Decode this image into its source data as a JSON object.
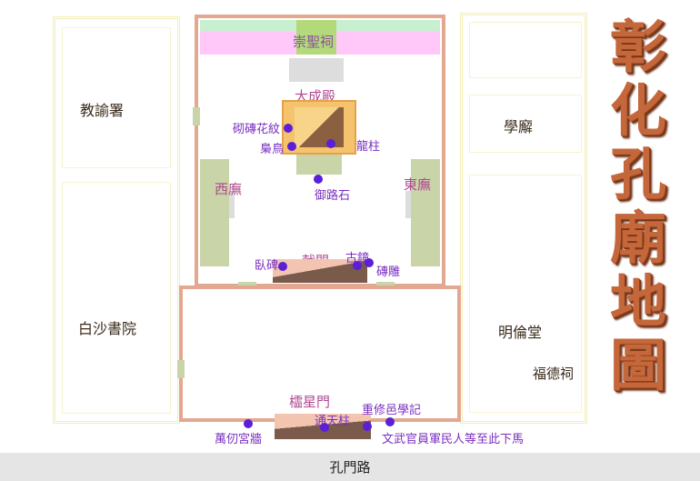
{
  "title": {
    "chars": [
      "彰",
      "化",
      "孔",
      "廟",
      "地",
      "圖"
    ],
    "color": "#c4673b"
  },
  "road": "孔門路",
  "buildings": {
    "chongsheng": "崇聖祠",
    "dacheng": "大成殿",
    "west_wing": "西廡",
    "east_wing": "東廡",
    "ji_gate": "戟門",
    "lingxing_gate": "櫺星門",
    "jiaoyu": "教諭署",
    "baisha": "白沙書院",
    "xuexie": "學廨",
    "minglun": "明倫堂",
    "fude": "福德祠"
  },
  "markers": {
    "brick_pattern": "砌磚花紋",
    "owl": "梟鳥",
    "dragon_pillar": "龍柱",
    "imperial_stone": "御路石",
    "lying_stele": "臥碑",
    "ancient_bell": "古鐘",
    "brick_carving": "磚雕",
    "wanren_wall": "萬仞宮牆",
    "tongtian_pillar": "通天柱",
    "rebuild_record": "重修邑學記",
    "dismount_stele": "文武官員軍民人等至此下馬"
  },
  "colors": {
    "wall": "#e3a890",
    "yard_green": "#c9d4a8",
    "marker": "#5a1fd6",
    "marker_label": "#7a2fbf"
  }
}
